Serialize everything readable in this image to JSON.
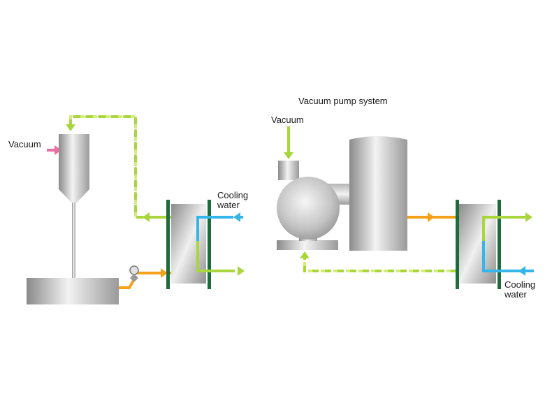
{
  "labels": {
    "title": "Vacuum pump system",
    "vacuum_left": "Vacuum",
    "vacuum_right": "Vacuum",
    "cooling_left": [
      "Cooling",
      "water"
    ],
    "cooling_right": [
      "Cooling",
      "water"
    ]
  },
  "colors": {
    "vapor_line": "#a6d43a",
    "vapor_line_alt": "#d6ef7a",
    "hot_line": "#f5a21a",
    "cooling_line": "#35b6ea",
    "vacuum_arrow": "#ec6fa2",
    "plate": "#1e6b3c",
    "steel_dark": "#8c8c8c",
    "steel_light": "#f2f2f2"
  },
  "icons": [
    "valve-icon",
    "flow-arrow-icon"
  ]
}
